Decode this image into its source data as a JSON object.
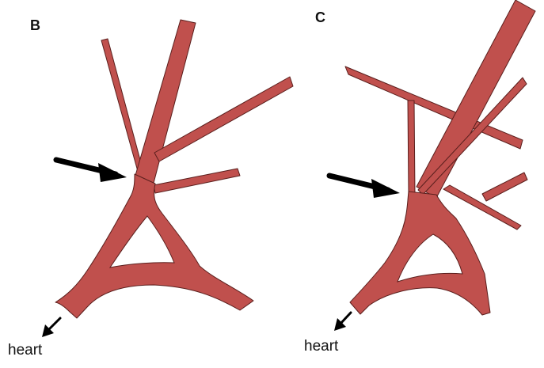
{
  "colors": {
    "vessel_fill": "#c0504d",
    "vessel_stroke": "#5a1f1d",
    "arrow": "#000000",
    "label_text": "#111111"
  },
  "panel_b": {
    "letter": "B",
    "outflow_label": "heart"
  },
  "panel_c": {
    "letter": "C",
    "outflow_label": "heart"
  }
}
